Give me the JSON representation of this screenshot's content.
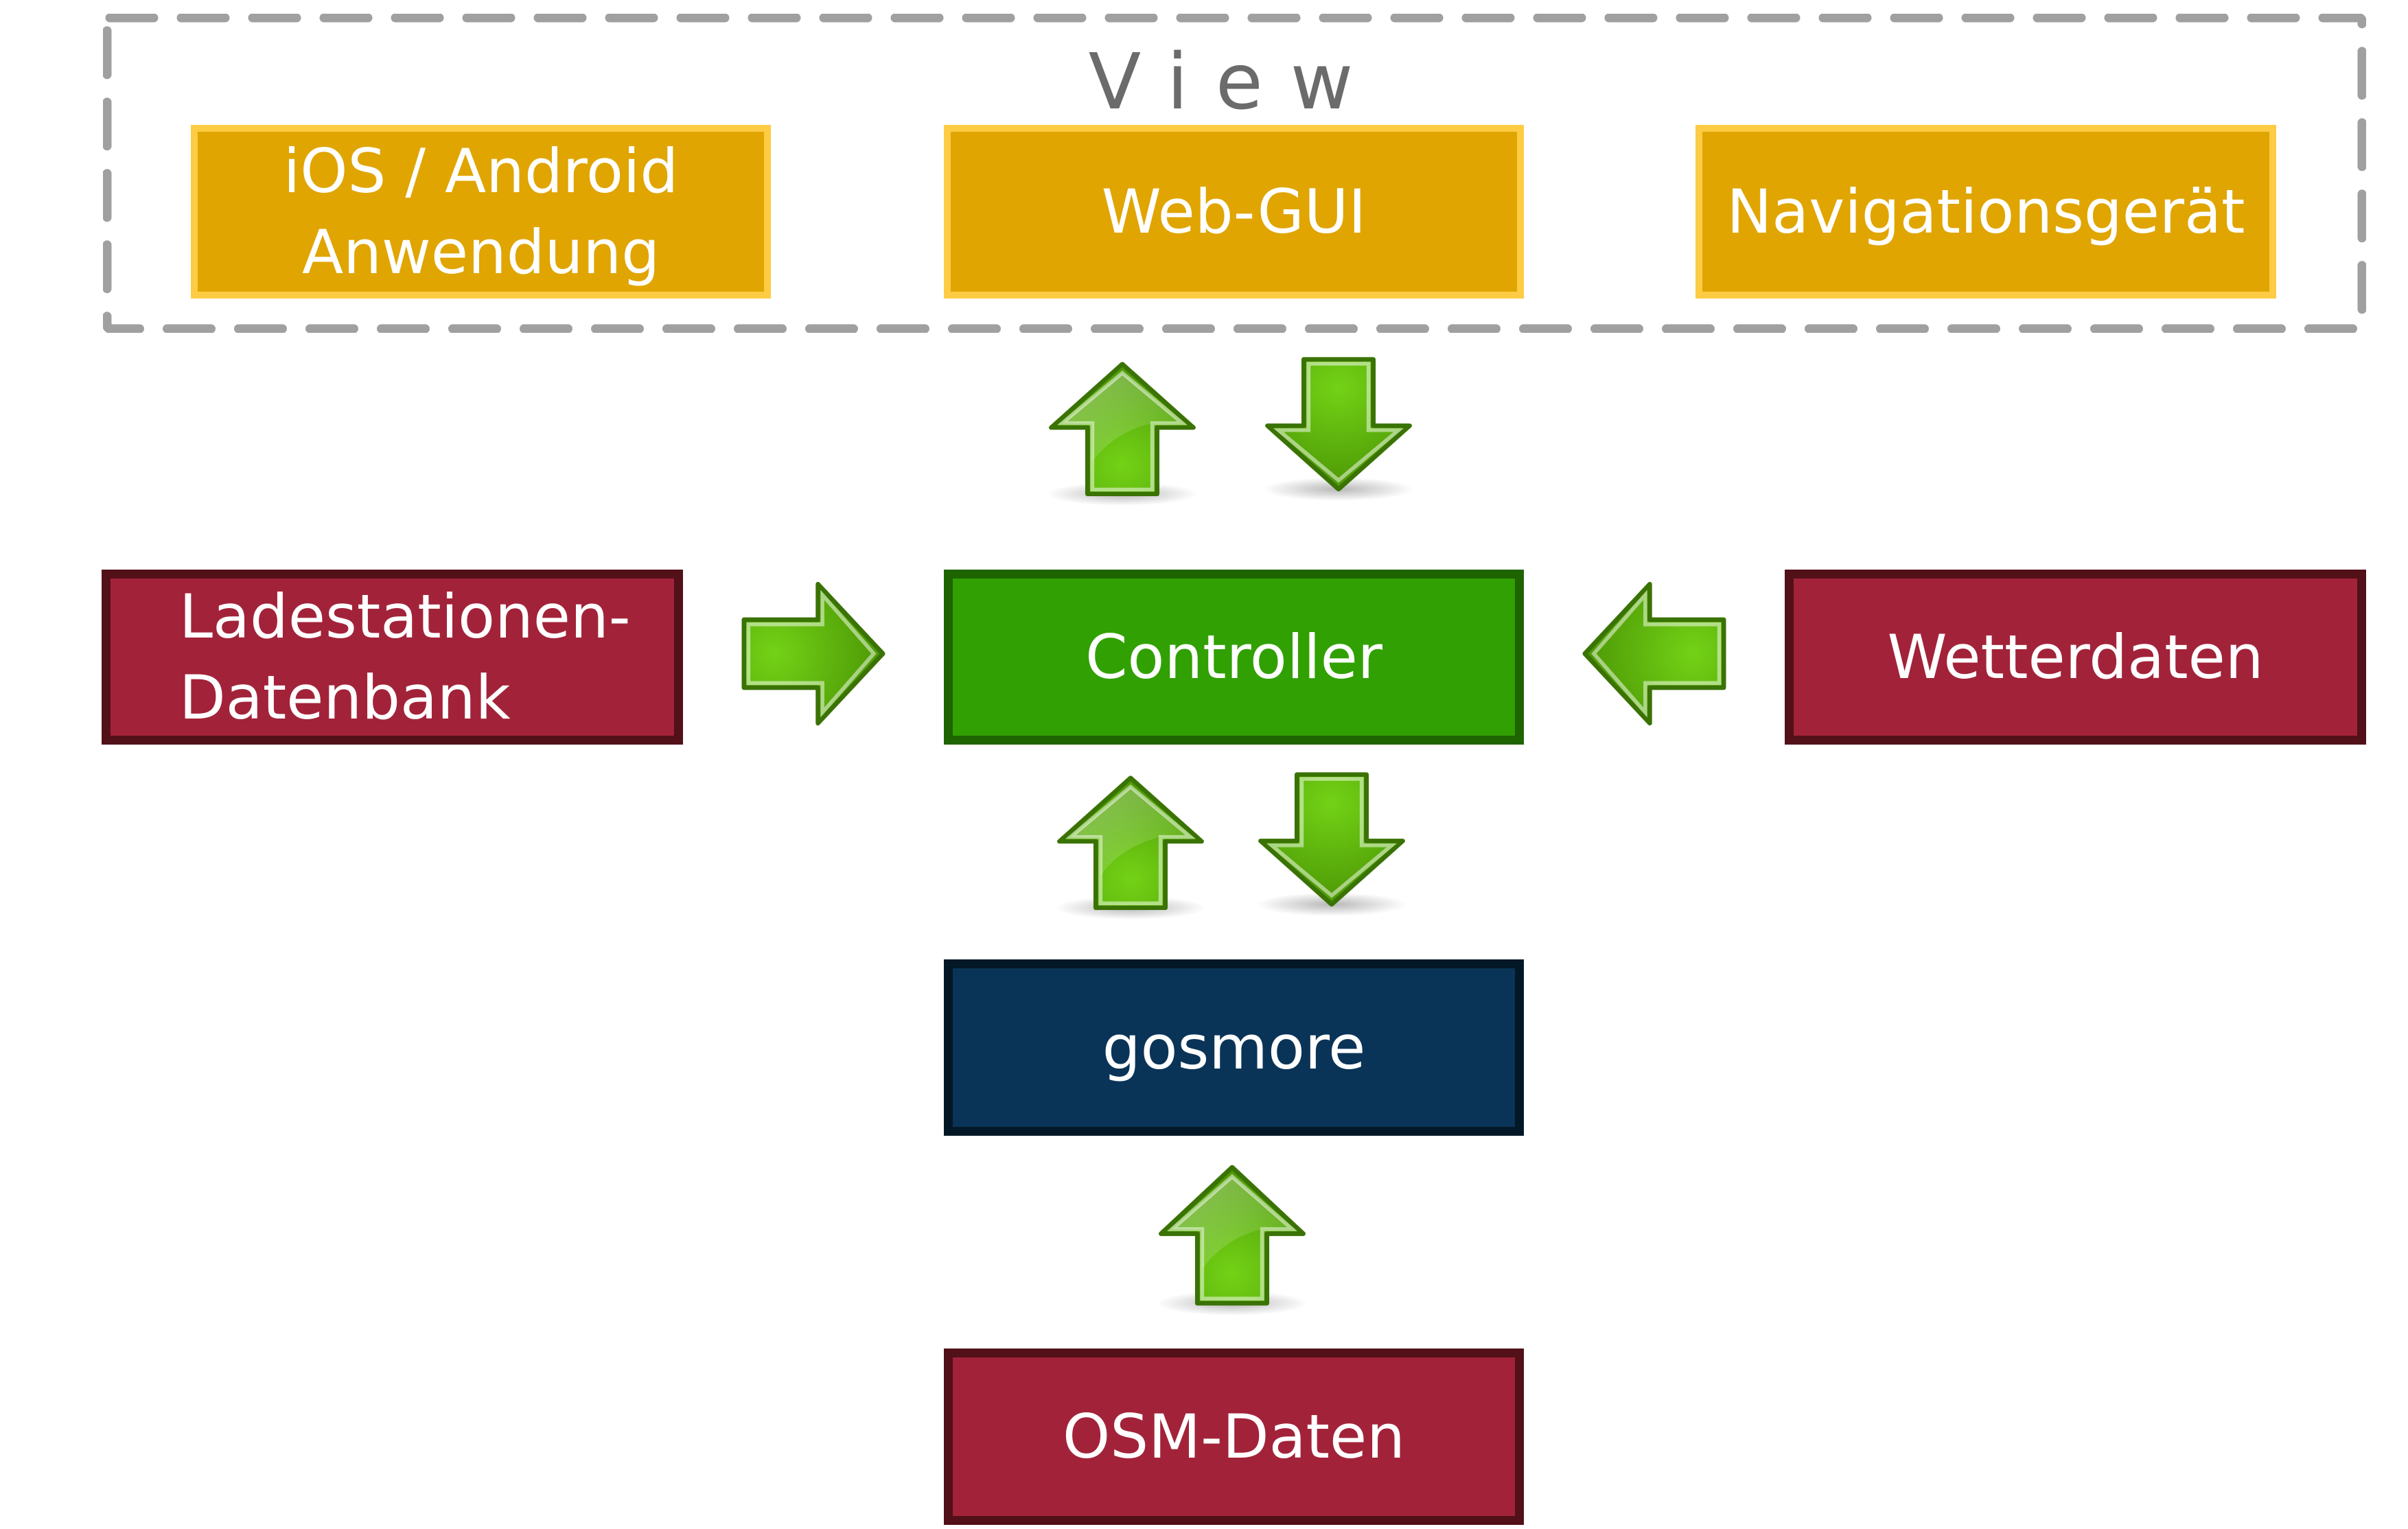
{
  "diagram": {
    "view_group": {
      "title": "View",
      "components": [
        {
          "id": "ios-android",
          "lines": [
            "iOS / Android",
            "Anwendung"
          ]
        },
        {
          "id": "web-gui",
          "lines": [
            "Web-GUI"
          ]
        },
        {
          "id": "navigationsgeraet",
          "lines": [
            "Navigationsgerät"
          ]
        }
      ]
    },
    "controller": {
      "label": "Controller"
    },
    "data_sources": {
      "ladestationen": {
        "lines": [
          "Ladestationen-",
          "Datenbank"
        ]
      },
      "wetterdaten": {
        "label": "Wetterdaten"
      },
      "osm": {
        "label": "OSM-Daten"
      }
    },
    "router": {
      "label": "gosmore"
    },
    "connections": [
      {
        "from": "controller",
        "to": "view",
        "direction": "up"
      },
      {
        "from": "view",
        "to": "controller",
        "direction": "down"
      },
      {
        "from": "ladestationen",
        "to": "controller",
        "direction": "right"
      },
      {
        "from": "wetterdaten",
        "to": "controller",
        "direction": "left"
      },
      {
        "from": "gosmore",
        "to": "controller",
        "direction": "up"
      },
      {
        "from": "controller",
        "to": "gosmore",
        "direction": "down"
      },
      {
        "from": "osm",
        "to": "gosmore",
        "direction": "up"
      }
    ],
    "colors": {
      "view_fill": "#e0a500",
      "view_border": "#fdcc44",
      "model_fill": "#a22339",
      "model_border": "#521019",
      "controller_fill": "#31a002",
      "controller_border": "#1e6400",
      "router_fill": "#0a3457",
      "router_border": "#031826",
      "dash": "#a0a0a0",
      "arrow_light": "#73d216",
      "arrow_dark": "#4e9a06",
      "arrow_stroke": "#3a7304"
    }
  }
}
